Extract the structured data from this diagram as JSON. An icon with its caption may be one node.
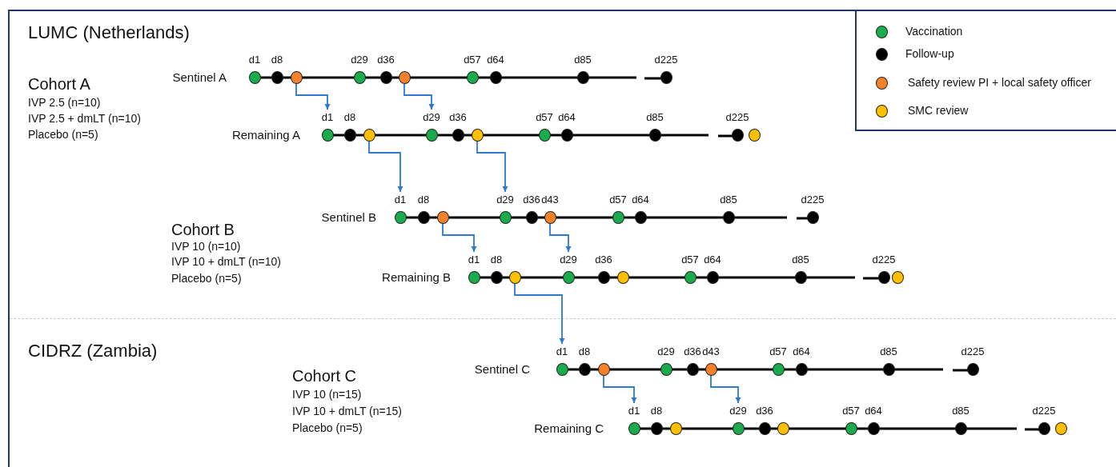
{
  "diagram": {
    "nodes": [
      {
        "text": [
          "Sentinel A"
        ]
      },
      {
        "text": [],
        "shape": "circle",
        "in": 0,
        "beside": [
          "d1"
        ]
      },
      {
        "text": [],
        "shape": "circle",
        "in": 0,
        "beside": [
          "d8"
        ]
      },
      {
        "text": [],
        "shape": "circle",
        "in": 0
      },
      {
        "text": [],
        "shape": "circle",
        "in": 0,
        "beside": [
          "d29"
        ]
      },
      {
        "text": [],
        "shape": "circle",
        "in": 0,
        "beside": [
          "d36"
        ]
      },
      {
        "text": [],
        "shape": "circle",
        "in": 0
      },
      {
        "text": [],
        "shape": "circle",
        "in": 0,
        "beside": [
          "d57"
        ]
      },
      {
        "text": [],
        "shape": "circle",
        "in": 0,
        "beside": [
          "d64"
        ]
      },
      {
        "text": [],
        "shape": "circle",
        "in": 0,
        "beside": [
          "d85"
        ]
      },
      {
        "text": [],
        "shape": "circle",
        "in": 0,
        "beside": [
          "d225"
        ]
      },
      {
        "text": [
          "Remaining A"
        ]
      },
      {
        "text": [],
        "shape": "circle",
        "in": 11,
        "beside": [
          "d1"
        ]
      },
      {
        "text": [],
        "shape": "circle",
        "in": 11,
        "beside": [
          "d8"
        ]
      },
      {
        "text": [],
        "shape": "circle",
        "in": 11
      },
      {
        "text": [],
        "shape": "circle",
        "in": 11,
        "beside": [
          "d29"
        ]
      },
      {
        "text": [],
        "shape": "circle",
        "in": 11,
        "beside": [
          "d36"
        ]
      },
      {
        "text": [],
        "shape": "circle",
        "in": 11
      },
      {
        "text": [],
        "shape": "circle",
        "in": 11,
        "beside": [
          "d57"
        ]
      },
      {
        "text": [],
        "shape": "circle",
        "in": 11,
        "beside": [
          "d64"
        ]
      },
      {
        "text": [],
        "shape": "circle",
        "in": 11,
        "beside": [
          "d85"
        ]
      },
      {
        "text": [],
        "shape": "circle",
        "in": 11,
        "beside": [
          "d225"
        ]
      },
      {
        "text": [],
        "shape": "circle",
        "in": 11
      },
      {
        "text": [
          "Sentinel B"
        ]
      },
      {
        "text": [],
        "shape": "circle",
        "in": 23,
        "beside": [
          "d1"
        ]
      },
      {
        "text": [],
        "shape": "circle",
        "in": 23,
        "beside": [
          "d8"
        ]
      },
      {
        "text": [],
        "shape": "circle",
        "in": 23
      },
      {
        "text": [],
        "shape": "circle",
        "in": 23,
        "beside": [
          "d29"
        ]
      },
      {
        "text": [],
        "shape": "circle",
        "in": 23,
        "beside": [
          "d36"
        ]
      },
      {
        "text": [],
        "shape": "circle",
        "in": 23,
        "beside": [
          "d43"
        ]
      },
      {
        "text": [],
        "shape": "circle",
        "in": 23,
        "beside": [
          "d57"
        ]
      },
      {
        "text": [],
        "shape": "circle",
        "in": 23,
        "beside": [
          "d64"
        ]
      },
      {
        "text": [],
        "shape": "circle",
        "in": 23,
        "beside": [
          "d85"
        ]
      },
      {
        "text": [],
        "shape": "circle",
        "in": 23,
        "beside": [
          "d225"
        ]
      },
      {
        "text": [
          "Remaining B"
        ]
      },
      {
        "text": [],
        "shape": "circle",
        "in": 34,
        "beside": [
          "d1"
        ]
      },
      {
        "text": [],
        "shape": "circle",
        "in": 34,
        "beside": [
          "d8"
        ]
      },
      {
        "text": [],
        "shape": "circle",
        "in": 34
      },
      {
        "text": [],
        "shape": "circle",
        "in": 34,
        "beside": [
          "d29"
        ]
      },
      {
        "text": [],
        "shape": "circle",
        "in": 34,
        "beside": [
          "d36"
        ]
      },
      {
        "text": [],
        "shape": "circle",
        "in": 34
      },
      {
        "text": [],
        "shape": "circle",
        "in": 34,
        "beside": [
          "d57"
        ]
      },
      {
        "text": [],
        "shape": "circle",
        "in": 34,
        "beside": [
          "d64"
        ]
      },
      {
        "text": [],
        "shape": "circle",
        "in": 34,
        "beside": [
          "d85"
        ]
      },
      {
        "text": [],
        "shape": "circle",
        "in": 34,
        "beside": [
          "d225"
        ]
      },
      {
        "text": [],
        "shape": "circle",
        "in": 34
      },
      {
        "text": [
          "Sentinel C"
        ]
      },
      {
        "text": [],
        "shape": "circle",
        "in": 46,
        "beside": [
          "d1"
        ]
      },
      {
        "text": [],
        "shape": "circle",
        "in": 46,
        "beside": [
          "d8"
        ]
      },
      {
        "text": [],
        "shape": "circle",
        "in": 46
      },
      {
        "text": [],
        "shape": "circle",
        "in": 46,
        "beside": [
          "d29"
        ]
      },
      {
        "text": [],
        "shape": "circle",
        "in": 46,
        "beside": [
          "d36"
        ]
      },
      {
        "text": [],
        "shape": "circle",
        "in": 46,
        "beside": [
          "d43"
        ]
      },
      {
        "text": [],
        "shape": "circle",
        "in": 46,
        "beside": [
          "d57"
        ]
      },
      {
        "text": [],
        "shape": "circle",
        "in": 46,
        "beside": [
          "d64"
        ]
      },
      {
        "text": [],
        "shape": "circle",
        "in": 46,
        "beside": [
          "d85"
        ]
      },
      {
        "text": [],
        "shape": "circle",
        "in": 46,
        "beside": [
          "d225"
        ]
      },
      {
        "text": [
          "Remaining C"
        ]
      },
      {
        "text": [],
        "shape": "circle",
        "in": 57,
        "beside": [
          "d1"
        ]
      },
      {
        "text": [],
        "shape": "circle",
        "in": 57,
        "beside": [
          "d8"
        ]
      },
      {
        "text": [],
        "shape": "circle",
        "in": 57
      },
      {
        "text": [],
        "shape": "circle",
        "in": 57,
        "beside": [
          "d29"
        ]
      },
      {
        "text": [],
        "shape": "circle",
        "in": 57,
        "beside": [
          "d36"
        ]
      },
      {
        "text": [],
        "shape": "circle",
        "in": 57
      },
      {
        "text": [],
        "shape": "circle",
        "in": 57,
        "beside": [
          "d57"
        ]
      },
      {
        "text": [],
        "shape": "circle",
        "in": 57,
        "beside": [
          "d64"
        ]
      },
      {
        "text": [],
        "shape": "circle",
        "in": 57,
        "beside": [
          "d85"
        ]
      },
      {
        "text": [],
        "shape": "circle",
        "in": 57,
        "beside": [
          "d225"
        ]
      },
      {
        "text": [],
        "shape": "circle",
        "in": 57
      }
    ],
    "edges": [
      {
        "from": 3,
        "to": 12,
        "arrow": "to"
      },
      {
        "from": 6,
        "to": 15,
        "arrow": "to"
      },
      {
        "from": 14,
        "to": 24,
        "arrow": "to"
      },
      {
        "from": 17,
        "to": 27,
        "arrow": "to"
      },
      {
        "from": 26,
        "to": 35,
        "arrow": "to"
      },
      {
        "from": 29,
        "to": 38,
        "arrow": "to"
      },
      {
        "from": 37,
        "to": 47,
        "arrow": "to"
      },
      {
        "from": 49,
        "to": 58,
        "arrow": "to"
      },
      {
        "from": 52,
        "to": 61,
        "arrow": "to"
      }
    ],
    "labels": [
      "LUMC (Netherlands)",
      "Cohort A",
      "IVP 2.5 (n=10)",
      "IVP 2.5 + dmLT (n=10)",
      "Placebo (n=5)",
      "Cohort B",
      "IVP 10 (n=10)",
      "IVP 10 + dmLT (n=10)",
      "Placebo (n=5)",
      "CIDRZ (Zambia)",
      "Cohort C",
      "IVP 10 (n=15)",
      "IVP 10 + dmLT (n=15)",
      "Placebo (n=5)"
    ],
    "legend": [
      {
        "text": "Vaccination",
        "color": "#1aab4b"
      },
      {
        "text": "Follow-up",
        "color": "#000000"
      },
      {
        "text": "Safety review PI + local safety officer",
        "color": "#f5822a"
      },
      {
        "text": "SMC review",
        "color": "#ffc000"
      }
    ]
  }
}
